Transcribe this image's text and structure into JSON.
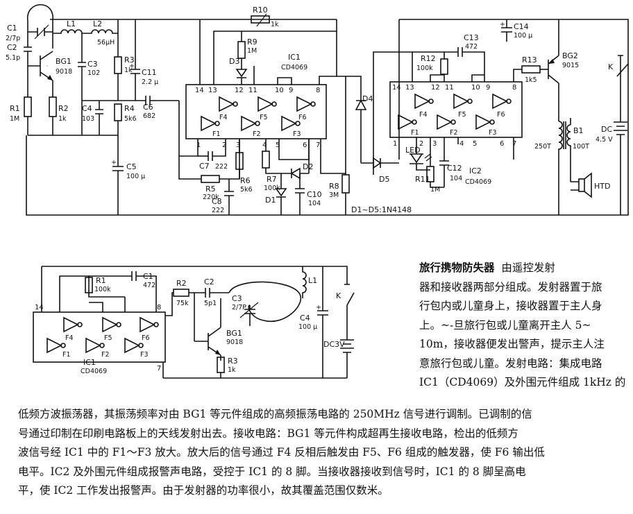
{
  "transmitter": {
    "labels": {
      "C1": "C1",
      "C1v": "2/7p",
      "C2": "C2",
      "C2v": "5.1p",
      "BG1": "BG1",
      "BG1v": "9018",
      "L1": "L1",
      "L2": "L2",
      "L2v": "56μH",
      "C3": "C3",
      "C3v": "102",
      "R3": "R3",
      "R3v": "1k",
      "R1": "R1",
      "R1v": "1M",
      "R2": "R2",
      "R2v": "1k",
      "C4": "C4",
      "C4v": "103",
      "R4": "R4",
      "R4v": "5k6",
      "C5": "C5",
      "C5v": "100 μ",
      "C6": "C6",
      "C6v": "682",
      "C11": "C11",
      "C11v": "2.2 μ",
      "R10": "R10",
      "R10v": "1k",
      "R9": "R9",
      "R9v": "1M",
      "D3": "D3",
      "IC1": "IC1",
      "IC1v": "CD4069",
      "C7": "C7",
      "C7v": "222",
      "R5": "R5",
      "R5v": "220k",
      "C8": "C8",
      "C8v": "222",
      "R6": "R6",
      "R6v": "5k6",
      "R7": "R7",
      "R7v": "100k",
      "D1": "D1",
      "D2": "D2",
      "C10": "C10",
      "C10v": "104",
      "R8": "R8",
      "R8v": "3M",
      "D4": "D4",
      "D5": "D5",
      "diodes": "D1~D5:1N4148"
    },
    "ic1_pins": {
      "p14": "14",
      "p13": "13",
      "p12": "12",
      "p11": "11",
      "p10": "10",
      "p9": "9",
      "p8": "8",
      "p1": "1",
      "p2": "2",
      "p3": "3",
      "p4": "4",
      "p5": "5",
      "p6": "6",
      "p7": "7"
    },
    "gates": {
      "F1": "F1",
      "F2": "F2",
      "F3": "F3",
      "F4": "F4",
      "F5": "F5",
      "F6": "F6"
    }
  },
  "receiver": {
    "labels": {
      "C14": "C14",
      "C14v": "100 μ",
      "C13": "C13",
      "C13v": "472",
      "R12": "R12",
      "R12v": "100k",
      "R13": "R13",
      "R13v": "1k5",
      "BG2": "BG2",
      "BG2v": "9015",
      "K": "K",
      "B1": "B1",
      "B1a": "250T",
      "B1b": "100T",
      "DC": "DC",
      "DCv": "4.5 V",
      "LED": "LED",
      "R11": "R11",
      "R11v": "1M",
      "C12": "C12",
      "C12v": "104",
      "IC2": "IC2",
      "IC2v": "CD4069",
      "HTD": "HTD"
    },
    "ic2_pins": {
      "p14": "14",
      "p13": "13",
      "p12": "12",
      "p11": "11",
      "p10": "10",
      "p9": "9",
      "p8": "8",
      "p1": "1",
      "p2": "2",
      "p3": "3",
      "p4": "4",
      "p5": "5",
      "p6": "6",
      "p7": "7"
    }
  },
  "lower_circuit": {
    "labels": {
      "R1": "R1",
      "R1v": "100k",
      "C1": "C1",
      "C1v": "472",
      "R2": "R2",
      "R2v": "75k",
      "C2": "C2",
      "C2v": "5p1",
      "L1": "L1",
      "C3": "C3",
      "C3v": "2/7P",
      "BG1": "BG1",
      "BG1v": "9018",
      "R3": "R3",
      "R3v": "1k",
      "C4": "C4",
      "C4v": "100 μ",
      "K": "K",
      "DC": "DC3V",
      "IC1": "IC1",
      "IC1v": "CD4069",
      "pin14": "14",
      "pin8": "8",
      "pin7": "7"
    }
  },
  "caption": {
    "title": "旅行携物防失器",
    "right_lines": [
      "由遥控发射",
      "器和接收器两部分组成。发射器置于旅",
      "行包内或儿童身上，接收器置于主人身",
      "上。~-旦旅行包或儿童离开主人 5~",
      "10m，接收器便发出警声，提示主人注",
      "意旅行包或儿童。发射电路：集成电路",
      "IC1（CD4069）及外围元件组成 1kHz 的"
    ],
    "bottom_lines": [
      "低频方波振荡器，其振荡频率对由 BG1 等元件组成的高频振荡电路的 250MHz 信号进行调制。已调制的信",
      "号通过印制在印刷电路板上的天线发射出去。接收电路：BG1 等元件构成超再生接收电路，检出的低频方",
      "波信号经 IC1 中的 F1～F3 放大。放大后的信号通过 F4 反相后触发由 F5、F6 组成的触发器，使 F6 输出低",
      "电平。IC2 及外围元件组成报警声电路，受控于 IC1 的 8 脚。当接收器接收到信号时，IC1 的 8 脚呈高电",
      "平，使 IC2 工作发出报警声。由于发射器的功率很小，故其覆盖范围仅数米。"
    ]
  }
}
